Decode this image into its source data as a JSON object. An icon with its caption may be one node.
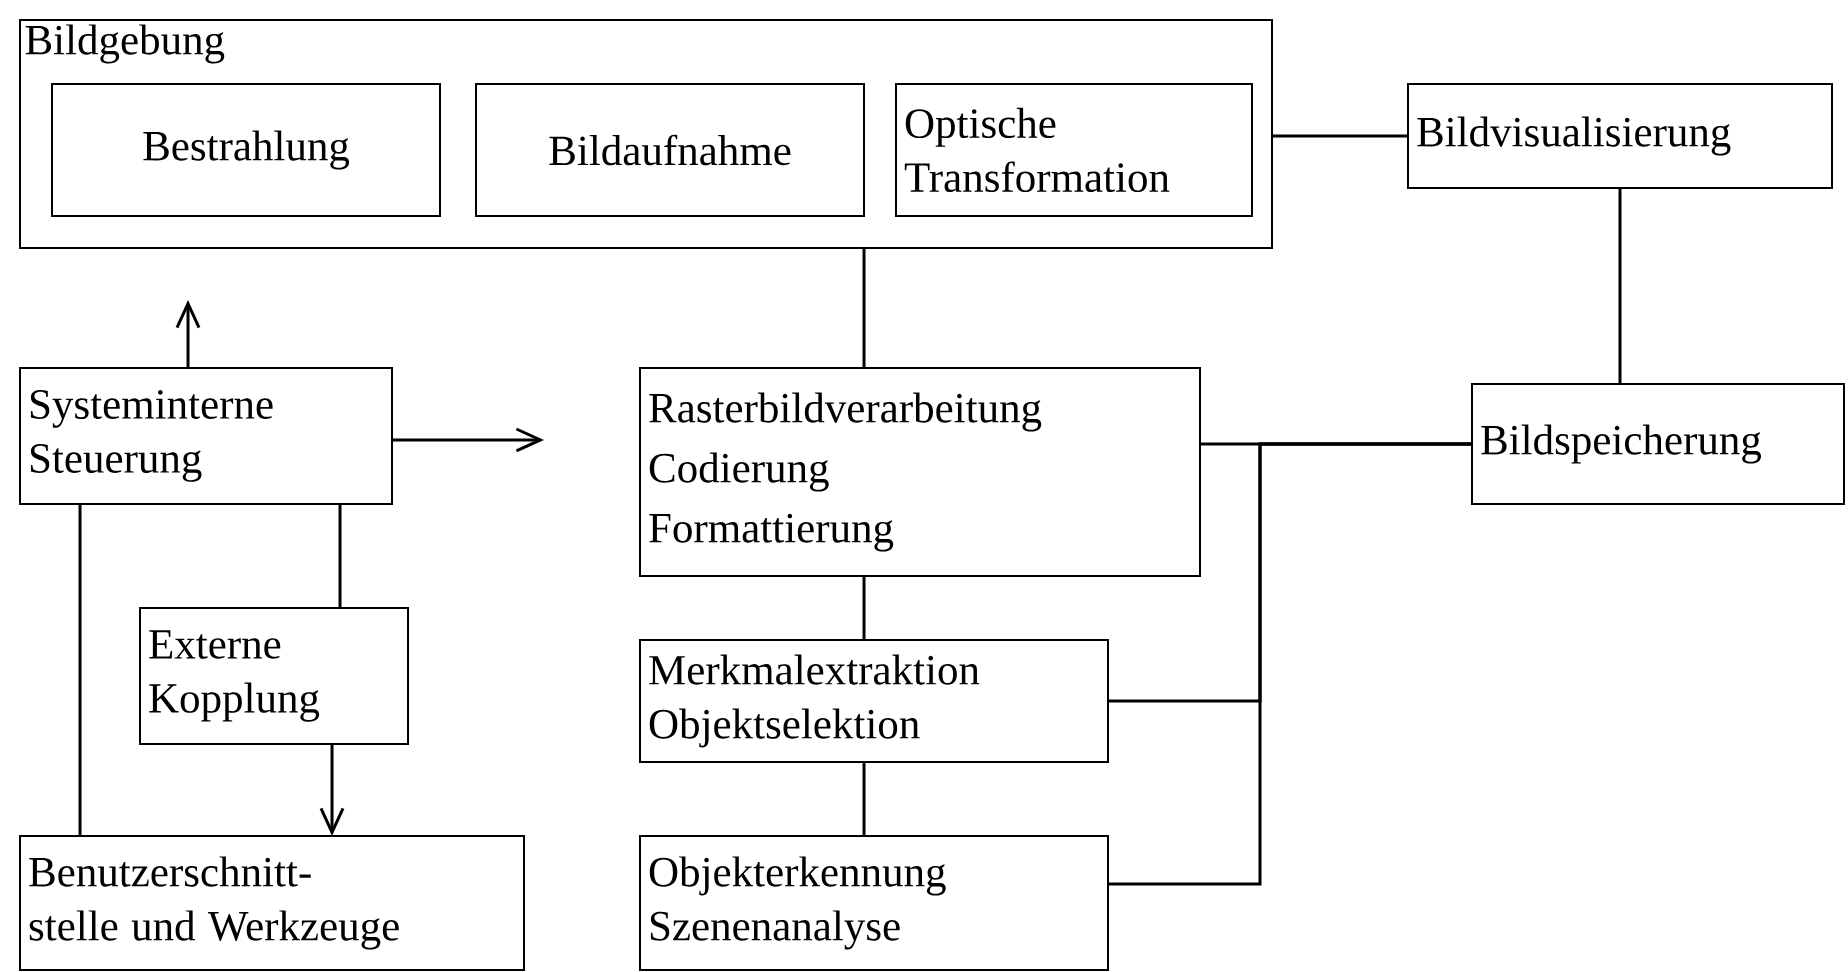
{
  "diagram": {
    "nodes": [
      {
        "text": [
          "Bildgebung"
        ]
      },
      {
        "text": [
          "Bestrahlung"
        ],
        "in": 0
      },
      {
        "text": [
          "Bildaufnahme"
        ],
        "in": 0
      },
      {
        "text": [
          "Optische Transformation"
        ],
        "in": 0
      },
      {
        "text": [
          "Bildvisualisierung"
        ]
      },
      {
        "text": [
          "Systeminterne Steuerung"
        ]
      },
      {
        "text": [
          "Rasterbildverarbeitung",
          "Codierung",
          "Formattierung"
        ]
      },
      {
        "text": [
          "Bildspeicherung"
        ]
      },
      {
        "text": [
          "Externe Kopplung"
        ]
      },
      {
        "text": [
          "Merkmalextraktion Objektselektion"
        ]
      },
      {
        "text": [
          "Benutzerschnitt- stelle und Werkzeuge"
        ]
      },
      {
        "text": [
          "Objekterkennung Szenenanalyse"
        ]
      }
    ],
    "edges": [
      {
        "from": 0,
        "to": 4,
        "arrow": "none"
      },
      {
        "from": 0,
        "to": 6,
        "arrow": "none"
      },
      {
        "from": 4,
        "to": 7,
        "arrow": "none"
      },
      {
        "from": 6,
        "to": 7,
        "arrow": "none"
      },
      {
        "from": 9,
        "to": 7,
        "arrow": "none"
      },
      {
        "from": 11,
        "to": 7,
        "arrow": "none"
      },
      {
        "from": 6,
        "to": 9,
        "arrow": "none"
      },
      {
        "from": 9,
        "to": 11,
        "arrow": "none"
      },
      {
        "from": 5,
        "to": null,
        "arrow": "to"
      },
      {
        "from": 5,
        "to": null,
        "arrow": "to"
      },
      {
        "from": 5,
        "to": 8,
        "arrow": "none"
      },
      {
        "from": 8,
        "to": 10,
        "arrow": "to"
      },
      {
        "from": 5,
        "to": 10,
        "arrow": "none"
      }
    ]
  }
}
